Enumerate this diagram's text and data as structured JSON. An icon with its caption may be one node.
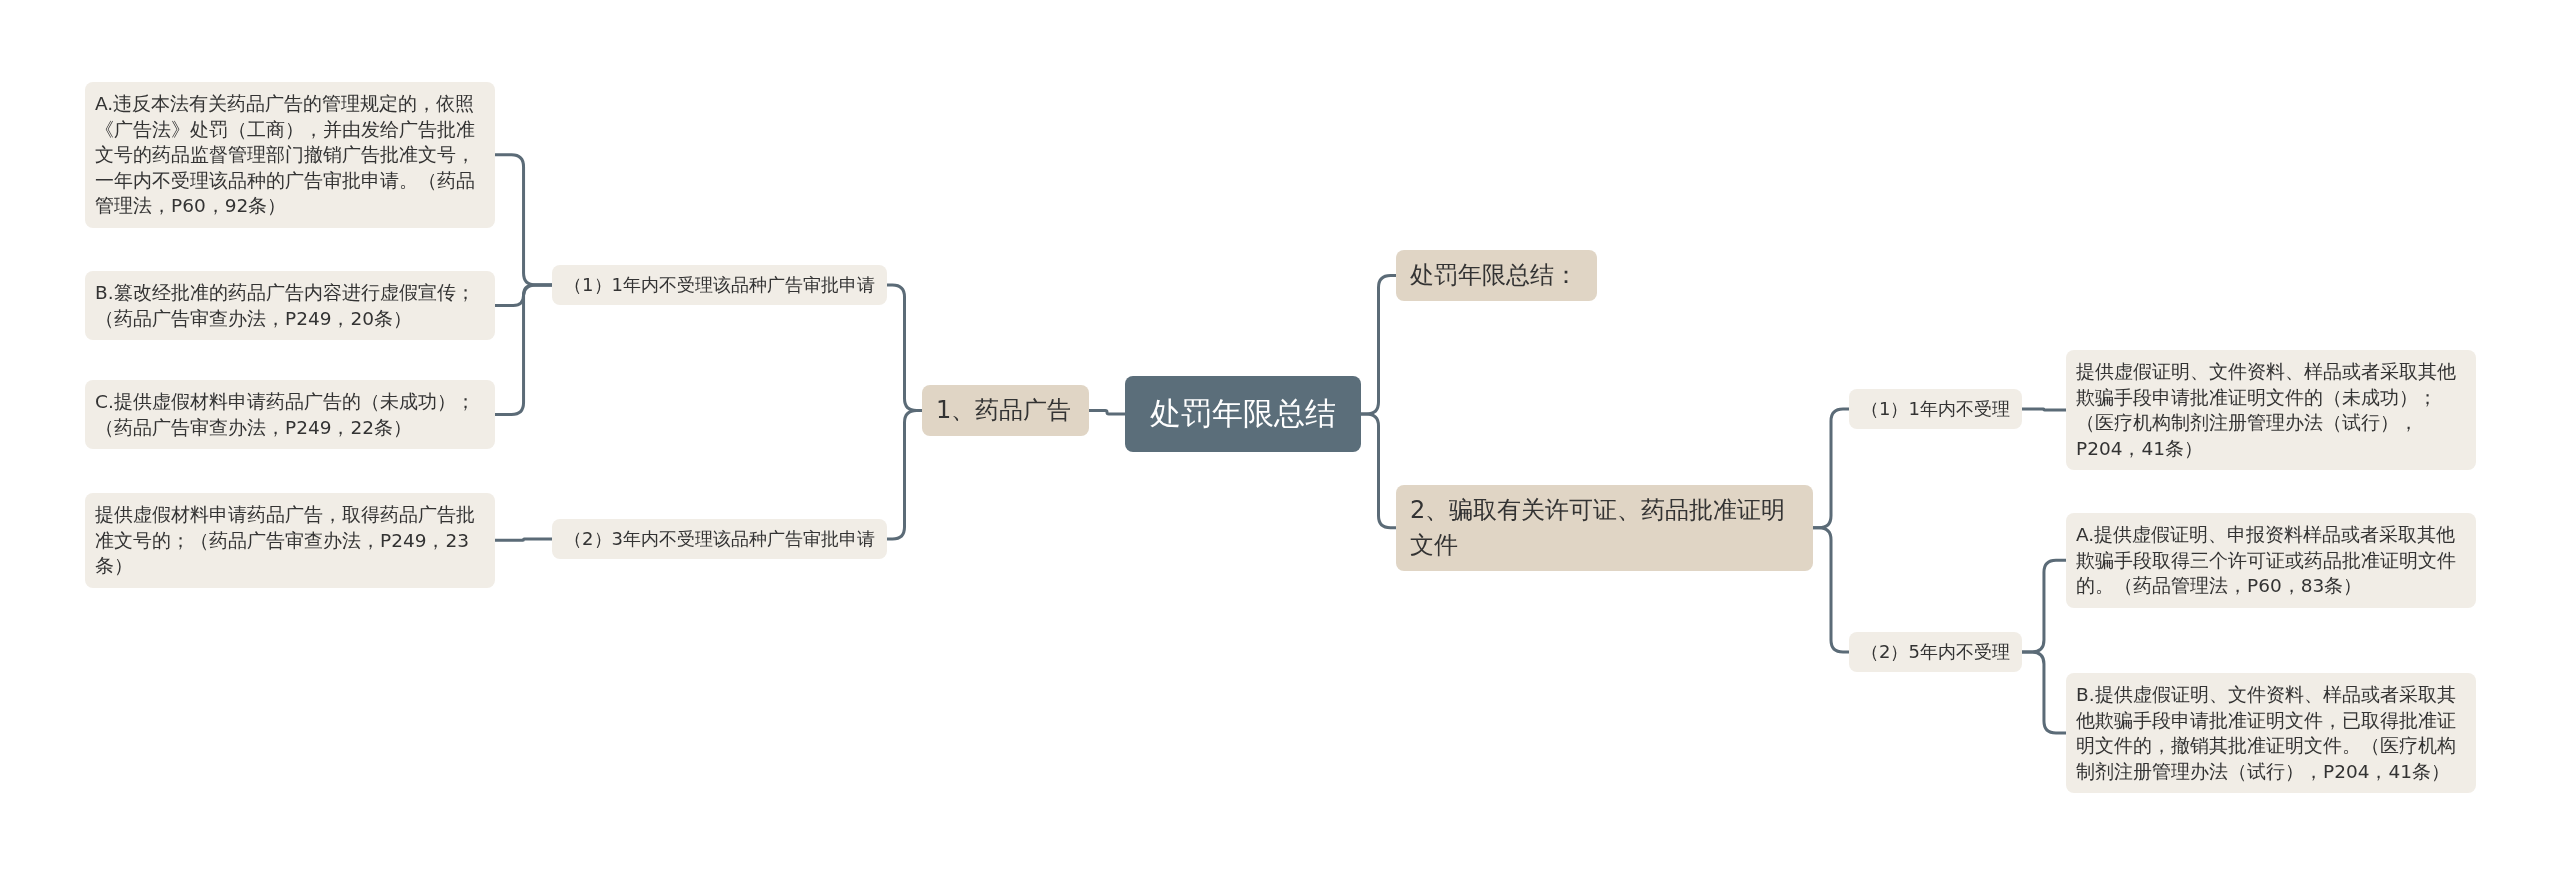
{
  "diagram": {
    "nodes": [
      {
        "text": [
          "处罚年限总结"
        ]
      },
      {
        "text": [
          "1、药品广告"
        ]
      },
      {
        "text": [
          "（1）1年内不受理该品种广告审批申请"
        ]
      },
      {
        "text": [
          "A.违反本法有关药品广告的管理规定的，依照《广告法》处罚（工商），并由发给广告批准文号的药品监督管理部门撤销广告批准文号，一年内不受理该品种的广告审批申请。（药品管理法，P60，92条）"
        ]
      },
      {
        "text": [
          "B.篡改经批准的药品广告内容进行虚假宣传；（药品广告审查办法，P249，20条）"
        ]
      },
      {
        "text": [
          "C.提供虚假材料申请药品广告的（未成功）；（药品广告审查办法，P249，22条）"
        ]
      },
      {
        "text": [
          "（2）3年内不受理该品种广告审批申请"
        ]
      },
      {
        "text": [
          "提供虚假材料申请药品广告，取得药品广告批准文号的；（药品广告审查办法，P249，23条）"
        ]
      },
      {
        "text": [
          "处罚年限总结："
        ]
      },
      {
        "text": [
          "2、骗取有关许可证、药品批准证明文件"
        ]
      },
      {
        "text": [
          "（1）1年内不受理"
        ]
      },
      {
        "text": [
          "提供虚假证明、文件资料、样品或者采取其他欺骗手段申请批准证明文件的（未成功）；（医疗机构制剂注册管理办法（试行），P204，41条）"
        ]
      },
      {
        "text": [
          "（2）5年内不受理"
        ]
      },
      {
        "text": [
          "A.提供虚假证明、申报资料样品或者采取其他欺骗手段取得三个许可证或药品批准证明文件的。（药品管理法，P60，83条）"
        ]
      },
      {
        "text": [
          "B.提供虚假证明、文件资料、样品或者采取其他欺骗手段申请批准证明文件，已取得批准证明文件的，撤销其批准证明文件。（医疗机构制剂注册管理办法（试行），P204，41条）"
        ]
      }
    ],
    "edges": [
      {
        "from": 0,
        "to": 1,
        "arrow": "none"
      },
      {
        "from": 1,
        "to": 2,
        "arrow": "none"
      },
      {
        "from": 2,
        "to": 3,
        "arrow": "none"
      },
      {
        "from": 2,
        "to": 4,
        "arrow": "none"
      },
      {
        "from": 2,
        "to": 5,
        "arrow": "none"
      },
      {
        "from": 1,
        "to": 6,
        "arrow": "none"
      },
      {
        "from": 6,
        "to": 7,
        "arrow": "none"
      },
      {
        "from": 0,
        "to": 8,
        "arrow": "none"
      },
      {
        "from": 0,
        "to": 9,
        "arrow": "none"
      },
      {
        "from": 9,
        "to": 10,
        "arrow": "none"
      },
      {
        "from": 10,
        "to": 11,
        "arrow": "none"
      },
      {
        "from": 9,
        "to": 12,
        "arrow": "none"
      },
      {
        "from": 12,
        "to": 13,
        "arrow": "none"
      },
      {
        "from": 12,
        "to": 14,
        "arrow": "none"
      }
    ]
  }
}
